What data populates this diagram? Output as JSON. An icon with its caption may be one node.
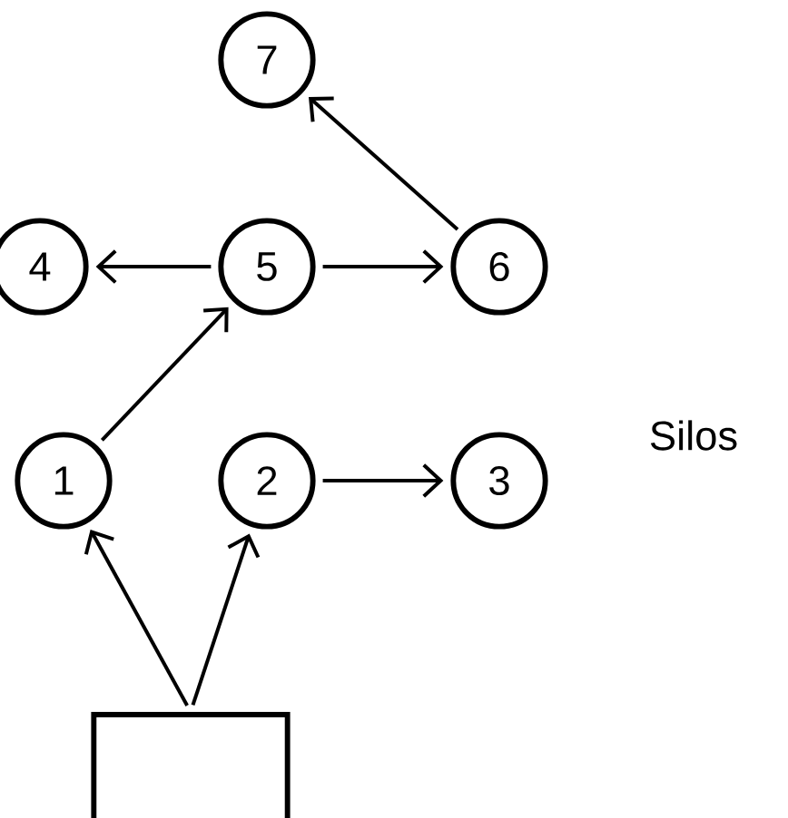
{
  "diagram": {
    "nodes": [
      {
        "text": [
          "7"
        ]
      },
      {
        "text": [
          "4"
        ]
      },
      {
        "text": [
          "5"
        ]
      },
      {
        "text": [
          "6"
        ]
      },
      {
        "text": [
          "1"
        ]
      },
      {
        "text": [
          "2"
        ]
      },
      {
        "text": [
          "3"
        ]
      },
      {
        "text": [],
        "shape": "box"
      }
    ],
    "edges": [
      {
        "from": 7,
        "to": 4,
        "arrow": "to"
      },
      {
        "from": 7,
        "to": 5,
        "arrow": "to"
      },
      {
        "from": 4,
        "to": 2,
        "arrow": "to"
      },
      {
        "from": 2,
        "to": 1,
        "arrow": "to"
      },
      {
        "from": 2,
        "to": 3,
        "arrow": "to"
      },
      {
        "from": 5,
        "to": 6,
        "arrow": "to"
      },
      {
        "from": 3,
        "to": 0,
        "arrow": "to"
      }
    ],
    "labels": [
      "Silos"
    ]
  }
}
